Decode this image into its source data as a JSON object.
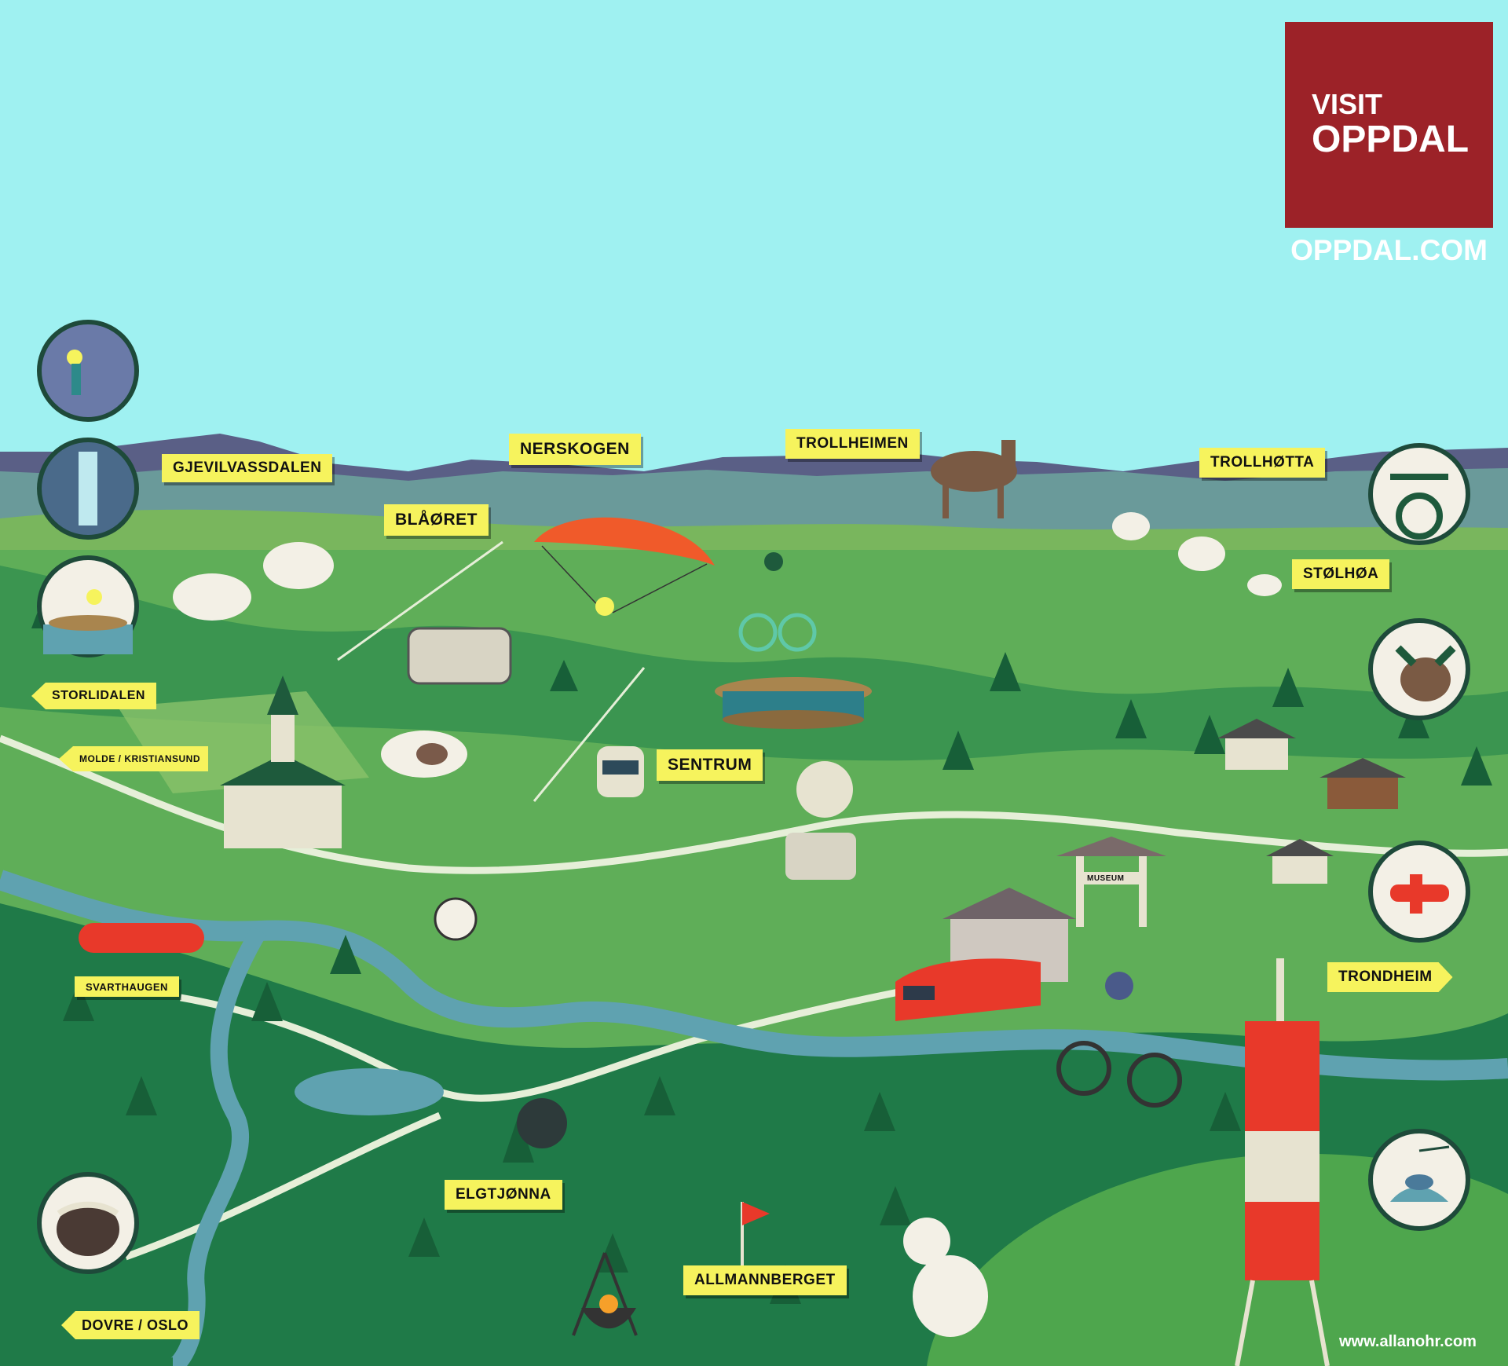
{
  "brand": {
    "visit": "VISIT",
    "name": "OPPDAL",
    "url": "OPPDAL.COM",
    "box_color": "#9c2228"
  },
  "credit": "www.allanohr.com",
  "label_color": "#f6f35d",
  "places": {
    "gjevilvassdalen": "GJEVILVASSDALEN",
    "nerskogen": "NERSKOGEN",
    "trollheimen": "TROLLHEIMEN",
    "trollhotta": "TROLLHØTTA",
    "blaoret": "BLÅØRET",
    "stolhoa": "STØLHØA",
    "storlidalen": "STORLIDALEN",
    "molde_kristiansund": "MOLDE / KRISTIANSUND",
    "sentrum": "SENTRUM",
    "trondheim": "TRONDHEIM",
    "svarthaugen": "SVARTHAUGEN",
    "elgtjonna": "ELGTJØNNA",
    "allmannberget": "ALLMANNBERGET",
    "dovre_oslo": "DOVRE / OSLO",
    "museum_sign": "MUSEUM"
  },
  "activity_badges": {
    "left": [
      "climbing-icon",
      "waterfall-climb-icon",
      "kayak-icon",
      "muskox-icon"
    ],
    "right": [
      "bicycle-icon",
      "moose-icon",
      "airplane-icon",
      "fishing-icon"
    ]
  },
  "colors": {
    "sky": "#9ff1f1",
    "mountains_far": "#5a5f86",
    "mountains_near": "#6a9a9a",
    "meadow": "#5fae58",
    "forest": "#1f7a48",
    "river": "#5fa2b0",
    "road": "#e6efd8"
  }
}
